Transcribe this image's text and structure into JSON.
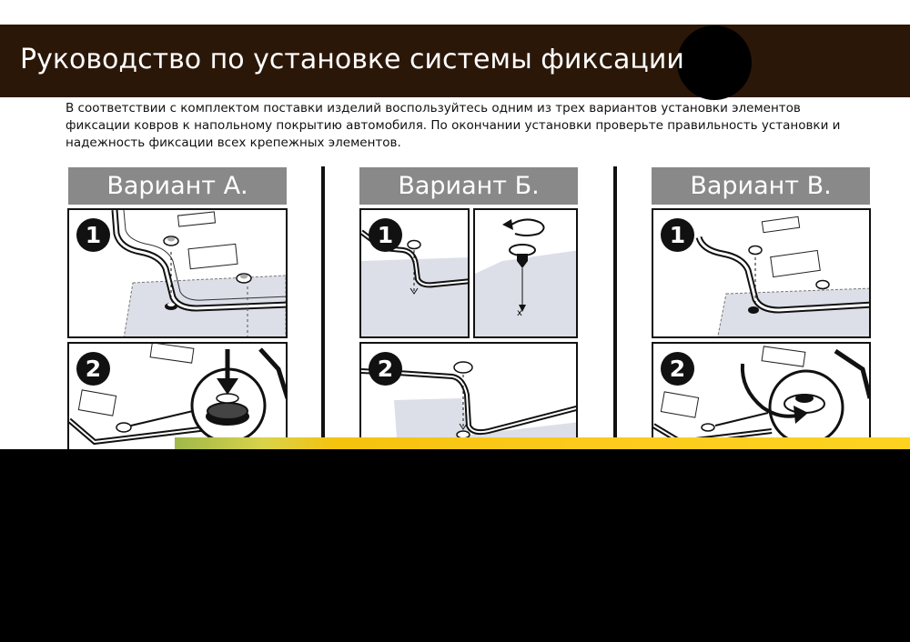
{
  "header": {
    "title": "Руководство по установке системы фиксации"
  },
  "intro": {
    "text": "В соответствии с комплектом поставки изделий воспользуйтесь одним из трех вариантов установки элементов фиксации ковров к напольному покрытию автомобиля. По окончании установки проверьте правильность установки и надежность фиксации всех крепежных элементов."
  },
  "variants": [
    {
      "label": "Вариант А.",
      "steps": [
        "1",
        "2"
      ]
    },
    {
      "label": "Вариант Б.",
      "steps": [
        "1",
        "2"
      ]
    },
    {
      "label": "Вариант В.",
      "steps": [
        "1",
        "2"
      ]
    }
  ],
  "colors": {
    "header_bg": "#2b1708",
    "variant_head_bg": "#898989",
    "floor_fill": "#dcdfe8",
    "stripe": "#fdcb1e"
  },
  "icons": [
    "step-badge",
    "clip-icon",
    "rotate-arrow-icon",
    "down-arrow-icon"
  ]
}
